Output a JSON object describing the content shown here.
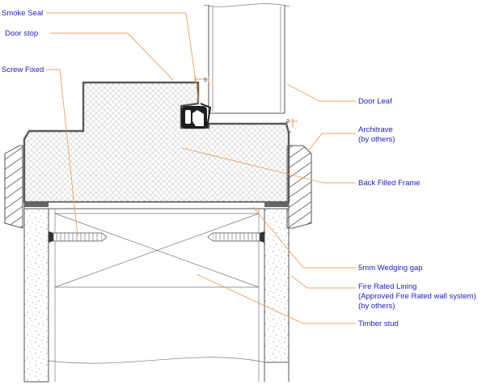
{
  "labels": {
    "smoke_seal": "Smoke Seal",
    "door_stop": "Door stop",
    "screw_fixed": "Screw Fixed",
    "door_leaf": "Door Leaf",
    "architrave_1": "Architrave",
    "architrave_2": "(by others)",
    "back_filled_frame": "Back Filled Frame",
    "wedging_gap": "5mm Wedging gap",
    "lining_1": "Fire Rated Lining",
    "lining_2": "(Approved Fire Rated wall system)",
    "lining_3": "(by others)",
    "timber_stud": "Timber stud"
  },
  "dimensions": {
    "stop_gap": "5",
    "leaf_gap": "2"
  },
  "colors": {
    "label_text": "#1a1ad6",
    "leader_line": "#f0a060",
    "outline": "#555555",
    "frame_hatch": "#c8c8c8"
  }
}
